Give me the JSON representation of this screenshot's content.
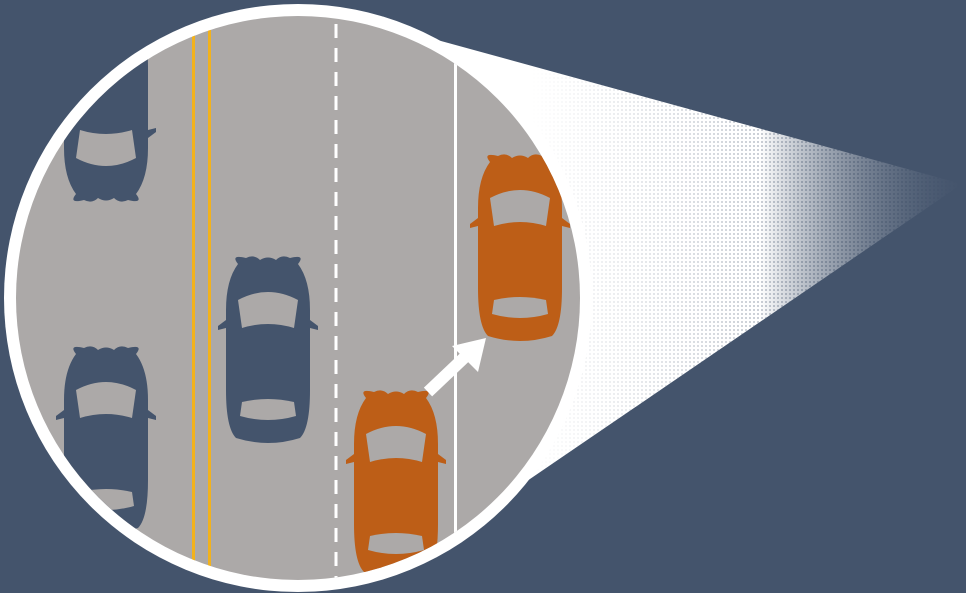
{
  "scene": {
    "subject": "lane-change-illustration",
    "background_color": "#44546c",
    "road_color": "#aca9a8",
    "ring_color": "#ffffff",
    "yellow_line_color": "#f2b21c",
    "lane_marking_color": "#ffffff",
    "car_blue_color": "#44546c",
    "car_orange_color": "#bd5e17",
    "windshield_color": "#aca9a8",
    "arrow_color": "#ffffff",
    "cars": [
      {
        "name": "car-blue-top-left",
        "color_key": "car_blue_color"
      },
      {
        "name": "car-blue-bottom-left",
        "color_key": "car_blue_color"
      },
      {
        "name": "car-blue-center",
        "color_key": "car_blue_color"
      },
      {
        "name": "car-orange-merging",
        "color_key": "car_orange_color"
      },
      {
        "name": "car-orange-right-lane",
        "color_key": "car_orange_color"
      }
    ],
    "arrow": {
      "direction": "up-right",
      "meaning": "lane-change"
    }
  }
}
